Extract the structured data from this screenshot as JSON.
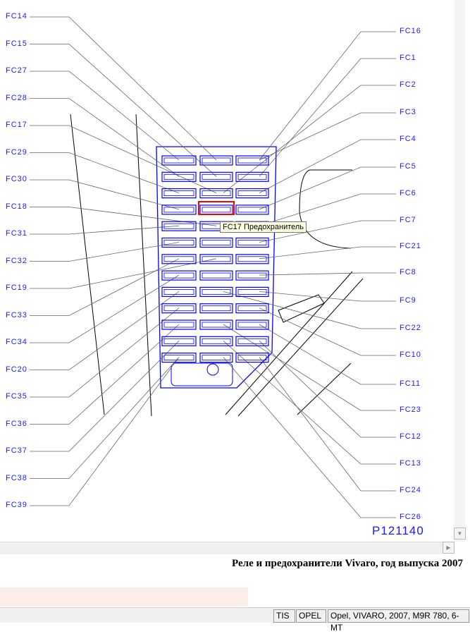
{
  "diagram": {
    "left_labels": [
      "FC14",
      "FC15",
      "FC27",
      "FC28",
      "FC17",
      "FC29",
      "FC30",
      "FC18",
      "FC31",
      "FC32",
      "FC19",
      "FC33",
      "FC34",
      "FC20",
      "FC35",
      "FC36",
      "FC37",
      "FC38",
      "FC39"
    ],
    "right_labels": [
      "FC16",
      "FC1",
      "FC2",
      "FC3",
      "FC4",
      "FC5",
      "FC6",
      "FC7",
      "FC21",
      "FC8",
      "FC9",
      "FC22",
      "FC10",
      "FC11",
      "FC23",
      "FC12",
      "FC13",
      "FC24",
      "FC26"
    ],
    "selected_fuse": "FC17",
    "tooltip": "FC17 Предохранитель",
    "code": "P121140",
    "highlight_color": "#ff0000",
    "fuse_color": "#0000ff"
  },
  "caption": "Реле и предохранители Vivaro, год выпуска 2007",
  "status": {
    "app": "TIS",
    "brand": "OPEL",
    "vehicle": "Opel, VIVARO, 2007, M9R 780, 6-MT"
  }
}
